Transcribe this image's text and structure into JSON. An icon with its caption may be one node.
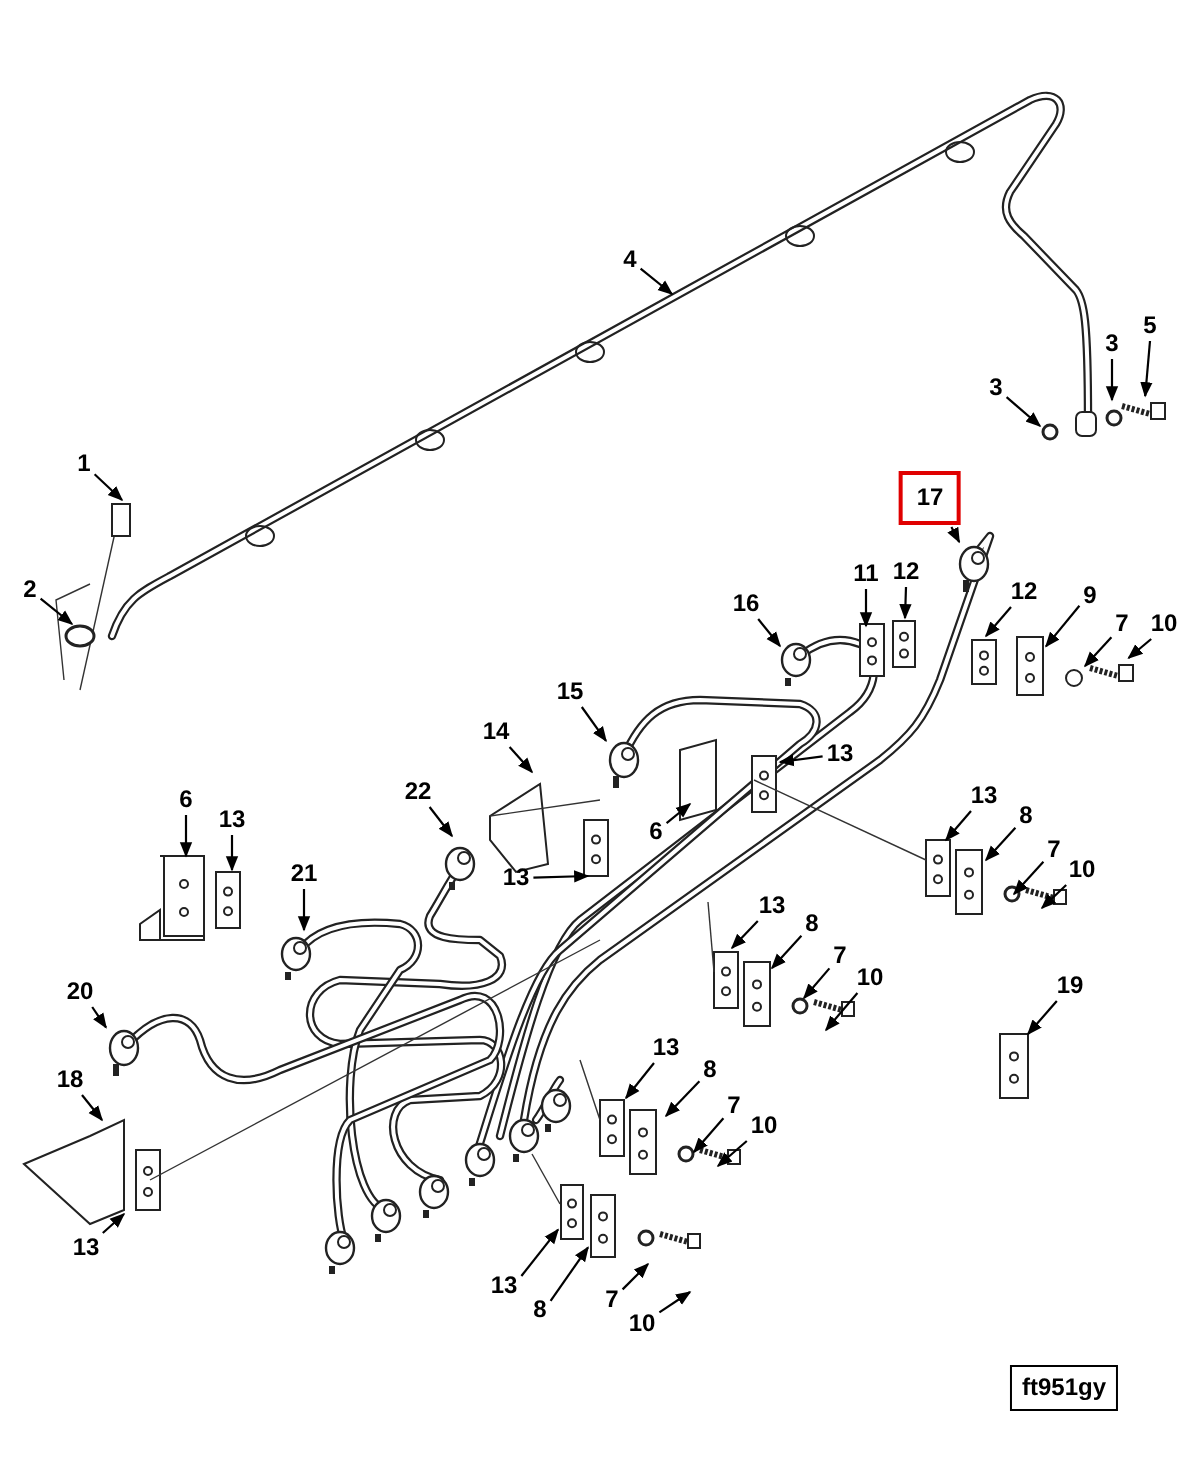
{
  "diagram": {
    "nodes": [
      {
        "text": [
          "4"
        ]
      },
      {
        "text": [
          "5"
        ]
      },
      {
        "text": [
          "3"
        ]
      },
      {
        "text": [
          "3"
        ]
      },
      {
        "text": [
          "17"
        ]
      },
      {
        "text": [
          "1"
        ]
      },
      {
        "text": [
          "11"
        ]
      },
      {
        "text": [
          "12"
        ]
      },
      {
        "text": [
          "12"
        ]
      },
      {
        "text": [
          "9"
        ]
      },
      {
        "text": [
          "2"
        ]
      },
      {
        "text": [
          "16"
        ]
      },
      {
        "text": [
          "7"
        ]
      },
      {
        "text": [
          "10"
        ]
      },
      {
        "text": [
          "15"
        ]
      },
      {
        "text": [
          "14"
        ]
      },
      {
        "text": [
          "13"
        ]
      },
      {
        "text": [
          "6"
        ]
      },
      {
        "text": [
          "22"
        ]
      },
      {
        "text": [
          "6"
        ]
      },
      {
        "text": [
          "13"
        ]
      },
      {
        "text": [
          "13"
        ]
      },
      {
        "text": [
          "13"
        ]
      },
      {
        "text": [
          "8"
        ]
      },
      {
        "text": [
          "7"
        ]
      },
      {
        "text": [
          "10"
        ]
      },
      {
        "text": [
          "21"
        ]
      },
      {
        "text": [
          "13"
        ]
      },
      {
        "text": [
          "8"
        ]
      },
      {
        "text": [
          "7"
        ]
      },
      {
        "text": [
          "10"
        ]
      },
      {
        "text": [
          "19"
        ]
      },
      {
        "text": [
          "20"
        ]
      },
      {
        "text": [
          "18"
        ]
      },
      {
        "text": [
          "13"
        ]
      },
      {
        "text": [
          "8"
        ]
      },
      {
        "text": [
          "7"
        ]
      },
      {
        "text": [
          "10"
        ]
      },
      {
        "text": [
          "13"
        ]
      },
      {
        "text": [
          "13"
        ]
      },
      {
        "text": [
          "8"
        ]
      },
      {
        "text": [
          "7"
        ]
      },
      {
        "text": [
          "10"
        ]
      },
      {
        "text": [
          "ft951gy"
        ]
      },
      {
        "text": [],
        "shape": "picture"
      },
      {
        "text": [],
        "shape": "picture"
      },
      {
        "text": [],
        "shape": "picture"
      },
      {
        "text": [],
        "shape": "picture"
      },
      {
        "text": [],
        "shape": "picture"
      },
      {
        "text": [],
        "shape": "picture"
      },
      {
        "text": [],
        "shape": "picture"
      },
      {
        "text": [],
        "shape": "picture"
      },
      {
        "text": [],
        "shape": "picture"
      },
      {
        "text": [],
        "shape": "circle"
      }
    ],
    "edges": [
      {
        "from": 0,
        "to": null,
        "arrow": "to"
      },
      {
        "from": 1,
        "to": 44,
        "arrow": "to"
      },
      {
        "from": 2,
        "to": null,
        "arrow": "to"
      },
      {
        "from": 3,
        "to": null,
        "arrow": "to"
      },
      {
        "from": 4,
        "to": 51,
        "arrow": "to"
      },
      {
        "from": 5,
        "to": null,
        "arrow": "to"
      },
      {
        "from": 6,
        "to": null,
        "arrow": "to"
      },
      {
        "from": 7,
        "to": 45,
        "arrow": "to"
      },
      {
        "from": 8,
        "to": null,
        "arrow": "to"
      },
      {
        "from": 9,
        "to": 46,
        "arrow": "to"
      },
      {
        "from": 10,
        "to": null,
        "arrow": "to"
      },
      {
        "from": 11,
        "to": null,
        "arrow": "to"
      },
      {
        "from": 12,
        "to": 53,
        "arrow": "to"
      },
      {
        "from": 13,
        "to": 47,
        "arrow": "to"
      },
      {
        "from": 14,
        "to": 52,
        "arrow": "to"
      },
      {
        "from": 15,
        "to": null,
        "arrow": "to"
      },
      {
        "from": 16,
        "to": null,
        "arrow": "to"
      },
      {
        "from": 17,
        "to": null,
        "arrow": "to"
      },
      {
        "from": 18,
        "to": null,
        "arrow": "to"
      },
      {
        "from": 19,
        "to": null,
        "arrow": "to"
      },
      {
        "from": 20,
        "to": null,
        "arrow": "to"
      },
      {
        "from": 21,
        "to": null,
        "arrow": "to"
      },
      {
        "from": 22,
        "to": null,
        "arrow": "to"
      },
      {
        "from": 23,
        "to": null,
        "arrow": "to"
      },
      {
        "from": 24,
        "to": null,
        "arrow": "to"
      },
      {
        "from": 25,
        "to": null,
        "arrow": "to"
      },
      {
        "from": 26,
        "to": null,
        "arrow": "to"
      },
      {
        "from": 27,
        "to": null,
        "arrow": "to"
      },
      {
        "from": 28,
        "to": null,
        "arrow": "to"
      },
      {
        "from": 29,
        "to": null,
        "arrow": "to"
      },
      {
        "from": 30,
        "to": null,
        "arrow": "to"
      },
      {
        "from": 31,
        "to": null,
        "arrow": "to"
      },
      {
        "from": 32,
        "to": 48,
        "arrow": "to"
      },
      {
        "from": 33,
        "to": null,
        "arrow": "to"
      },
      {
        "from": 34,
        "to": null,
        "arrow": "to"
      },
      {
        "from": 35,
        "to": null,
        "arrow": "to"
      },
      {
        "from": 36,
        "to": null,
        "arrow": "to"
      },
      {
        "from": 37,
        "to": null,
        "arrow": "to"
      },
      {
        "from": 38,
        "to": null,
        "arrow": "to"
      },
      {
        "from": 39,
        "to": 49,
        "arrow": "to"
      },
      {
        "from": 40,
        "to": 50,
        "arrow": "to"
      },
      {
        "from": 41,
        "to": null,
        "arrow": "to"
      },
      {
        "from": 42,
        "to": null,
        "arrow": "to"
      }
    ]
  }
}
